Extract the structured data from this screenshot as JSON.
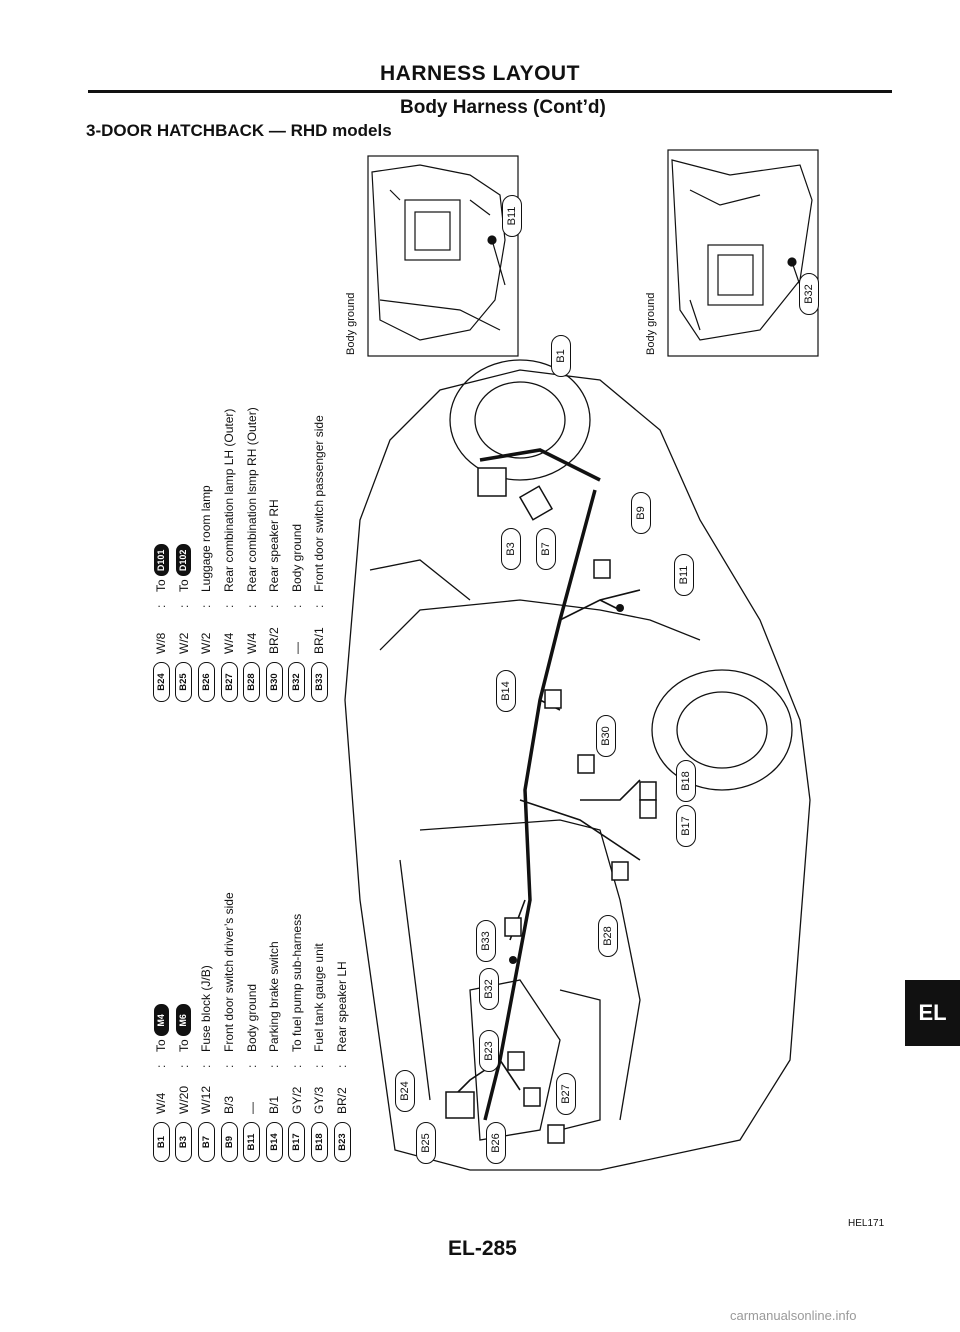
{
  "header": {
    "title": "HARNESS LAYOUT",
    "subtitle": "Body Harness (Cont’d)",
    "section": "3-DOOR HATCHBACK — RHD models"
  },
  "legend_left": [
    {
      "code": "B1",
      "wire": "W/4",
      "desc": "To",
      "ref": "M4"
    },
    {
      "code": "B3",
      "wire": "W/20",
      "desc": "To",
      "ref": "M6"
    },
    {
      "code": "B7",
      "wire": "W/12",
      "desc": "Fuse block (J/B)"
    },
    {
      "code": "B9",
      "wire": "B/3",
      "desc": "Front door switch driver’s side"
    },
    {
      "code": "B11",
      "wire": "—",
      "desc": "Body ground"
    },
    {
      "code": "B14",
      "wire": "B/1",
      "desc": "Parking brake switch"
    },
    {
      "code": "B17",
      "wire": "GY/2",
      "desc": "To fuel pump sub-harness"
    },
    {
      "code": "B18",
      "wire": "GY/3",
      "desc": "Fuel tank gauge unit"
    },
    {
      "code": "B23",
      "wire": "BR/2",
      "desc": "Rear speaker LH"
    }
  ],
  "legend_right": [
    {
      "code": "B24",
      "wire": "W/8",
      "desc": "To",
      "ref": "D101"
    },
    {
      "code": "B25",
      "wire": "W/2",
      "desc": "To",
      "ref": "D102"
    },
    {
      "code": "B26",
      "wire": "W/2",
      "desc": "Luggage room lamp"
    },
    {
      "code": "B27",
      "wire": "W/4",
      "desc": "Rear combination lamp LH (Outer)"
    },
    {
      "code": "B28",
      "wire": "W/4",
      "desc": "Rear combination lsmp RH (Outer)"
    },
    {
      "code": "B30",
      "wire": "BR/2",
      "desc": "Rear speaker RH"
    },
    {
      "code": "B32",
      "wire": "—",
      "desc": "Body ground"
    },
    {
      "code": "B33",
      "wire": "BR/1",
      "desc": "Front door switch passenger side"
    }
  ],
  "insets": [
    {
      "label": "Body ground",
      "code": "B11"
    },
    {
      "label": "Body ground",
      "code": "B32"
    }
  ],
  "callouts": [
    "B1",
    "B3",
    "B7",
    "B9",
    "B11",
    "B14",
    "B30",
    "B18",
    "B17",
    "B28",
    "B33",
    "B32",
    "B23",
    "B24",
    "B25",
    "B26",
    "B27"
  ],
  "sep": ":",
  "tab": "EL",
  "figure_code": "HEL171",
  "page_number": "EL-285",
  "watermark": "carmanualsonline.info"
}
